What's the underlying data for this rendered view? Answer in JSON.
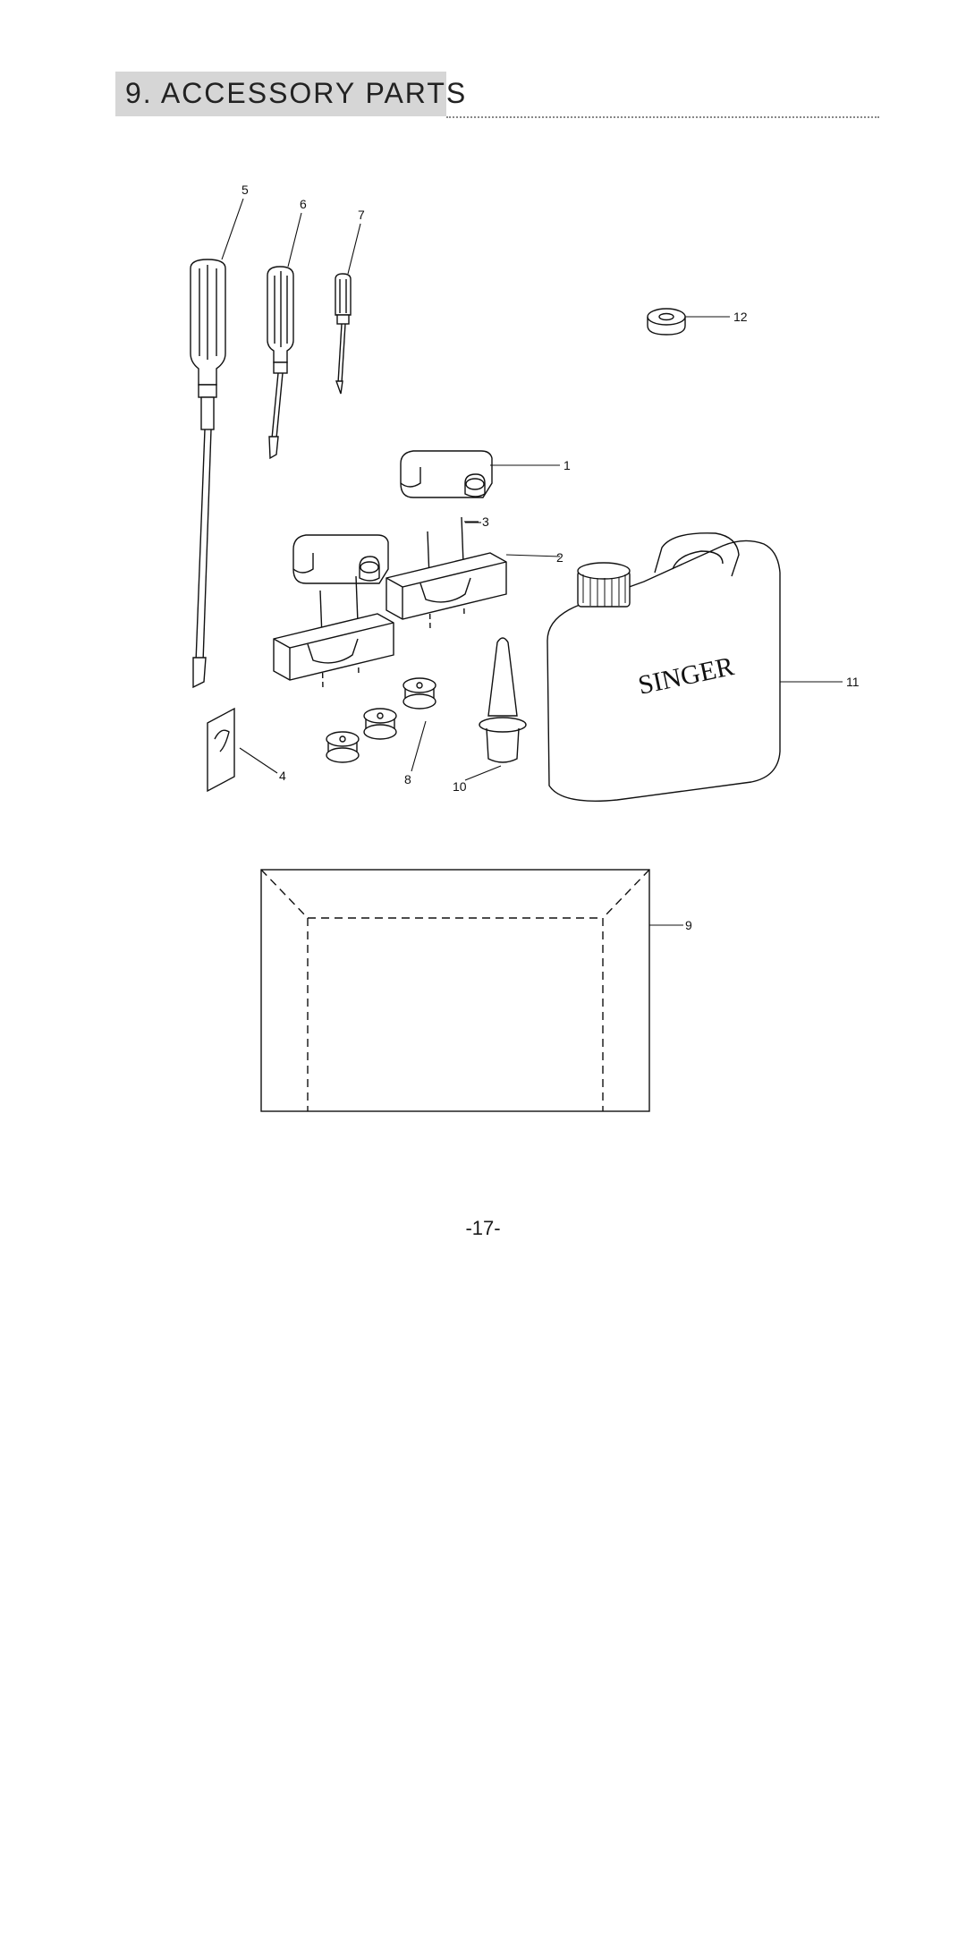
{
  "section": {
    "title": "9. ACCESSORY PARTS"
  },
  "callouts": [
    "1",
    "2",
    "3",
    "4",
    "5",
    "6",
    "7",
    "8",
    "9",
    "10",
    "11",
    "12"
  ],
  "oil_can": {
    "brand": "SINGER"
  },
  "page_number": "-17-"
}
